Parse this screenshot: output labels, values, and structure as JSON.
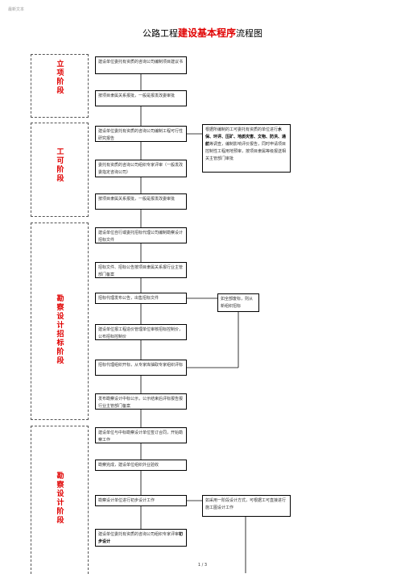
{
  "watermark": "最新文本",
  "title": {
    "prefix": "公路工程",
    "emphasis": "建设基本程序",
    "suffix": "流程图"
  },
  "stages": {
    "s1": "立项阶段",
    "s2": "工可阶段",
    "s3": "勘察设计招标阶段",
    "s4": "勘察设计阶段"
  },
  "boxes": {
    "b1": "建设单位委托有资质的咨询公司编制项目建议书",
    "b2": "按项目隶属关系报批，一般是报发改委审批",
    "b3": "建设单位委托有资质的咨询公司编制工程可行性研究报告",
    "b4": "委托有资质的咨询公司组织专家评审（一般发改委指定咨询公司）",
    "b5": "按项目隶属关系报批，一般是报发改委审批",
    "b6": "建设单位自行或委托招标代理公司编制勘察设计招标文件",
    "b7": "招标文件、招标公告按项目隶属关系报行业主管部门备案",
    "b8": "招标代理发布公告，出售招标文件",
    "b9": "建设单位报工程造价管理单位审核招标控制价，公布招标控制价",
    "b10": "招标代理组织开标，从专家库抽取专家组织评标",
    "b11": "发布勘察设计中标公示，公示结束后评标报告报行业主管部门备案",
    "b12": "建设单位与中标勘察设计单位签订合同，开始勘察工作",
    "b13": "勘察完成，建设单位组织外业验收",
    "b14": "勘察设计单位进行初步设计工作",
    "b15_pre": "建设单位委托有资质的咨询公司组织专家评审",
    "b15_bold": "初步设计"
  },
  "side": {
    "s1_pre": "根据所编制的工可委托有资质的单位进行",
    "s1_bold1": "水保、环评、压矿、地质灾害、文物、防洪、通航",
    "s1_post": "等调查，编制影响评价报告，同时申请项目控制性工程用地预审，按项目隶属等级报送相关主管部门审批",
    "s2": "如全部废标，则从新组织招标",
    "s3": "如采用一阶段设计方式，可根据工可直接进行施工图设计工作"
  },
  "page_number": "1 / 3"
}
